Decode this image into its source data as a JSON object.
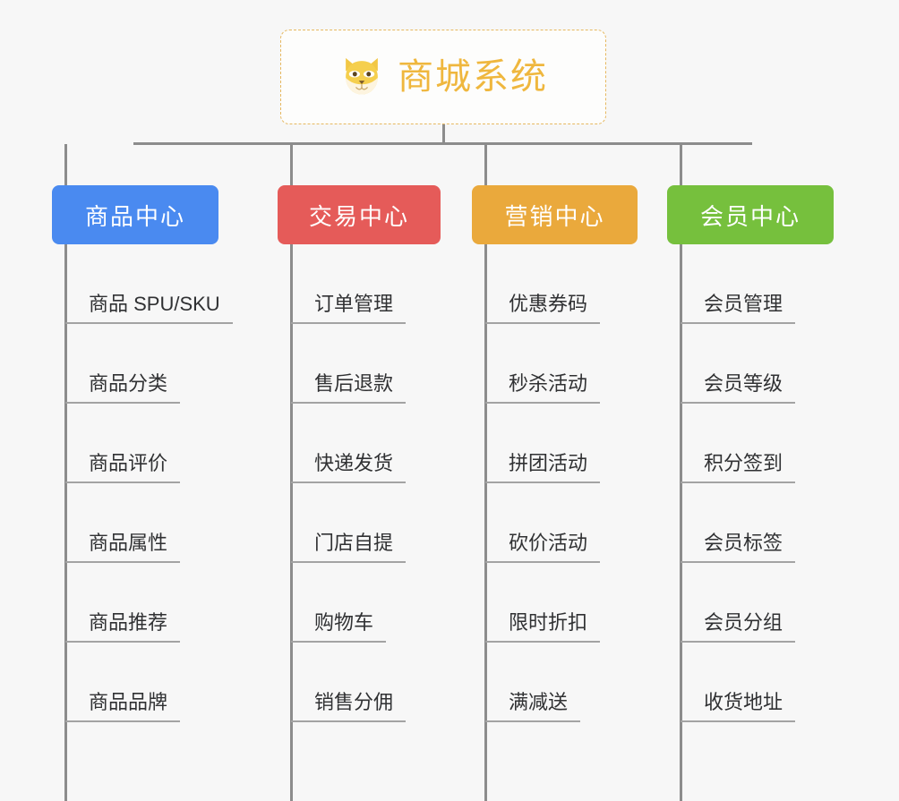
{
  "root": {
    "title": "商城系统",
    "icon": "shiba-dog-emoji",
    "border_color": "#e6b860",
    "text_color": "#efb73e"
  },
  "connector_color": "#8c8c8c",
  "background_color": "#f7f7f7",
  "columns": [
    {
      "title": "商品中心",
      "color": "#4a8af0",
      "items": [
        "商品 SPU/SKU",
        "商品分类",
        "商品评价",
        "商品属性",
        "商品推荐",
        "商品品牌"
      ]
    },
    {
      "title": "交易中心",
      "color": "#e55b59",
      "items": [
        "订单管理",
        "售后退款",
        "快递发货",
        "门店自提",
        "购物车",
        "销售分佣"
      ]
    },
    {
      "title": "营销中心",
      "color": "#eaa93c",
      "items": [
        "优惠券码",
        "秒杀活动",
        "拼团活动",
        "砍价活动",
        "限时折扣",
        "满减送"
      ]
    },
    {
      "title": "会员中心",
      "color": "#76c03d",
      "items": [
        "会员管理",
        "会员等级",
        "积分签到",
        "会员标签",
        "会员分组",
        "收货地址"
      ]
    }
  ]
}
